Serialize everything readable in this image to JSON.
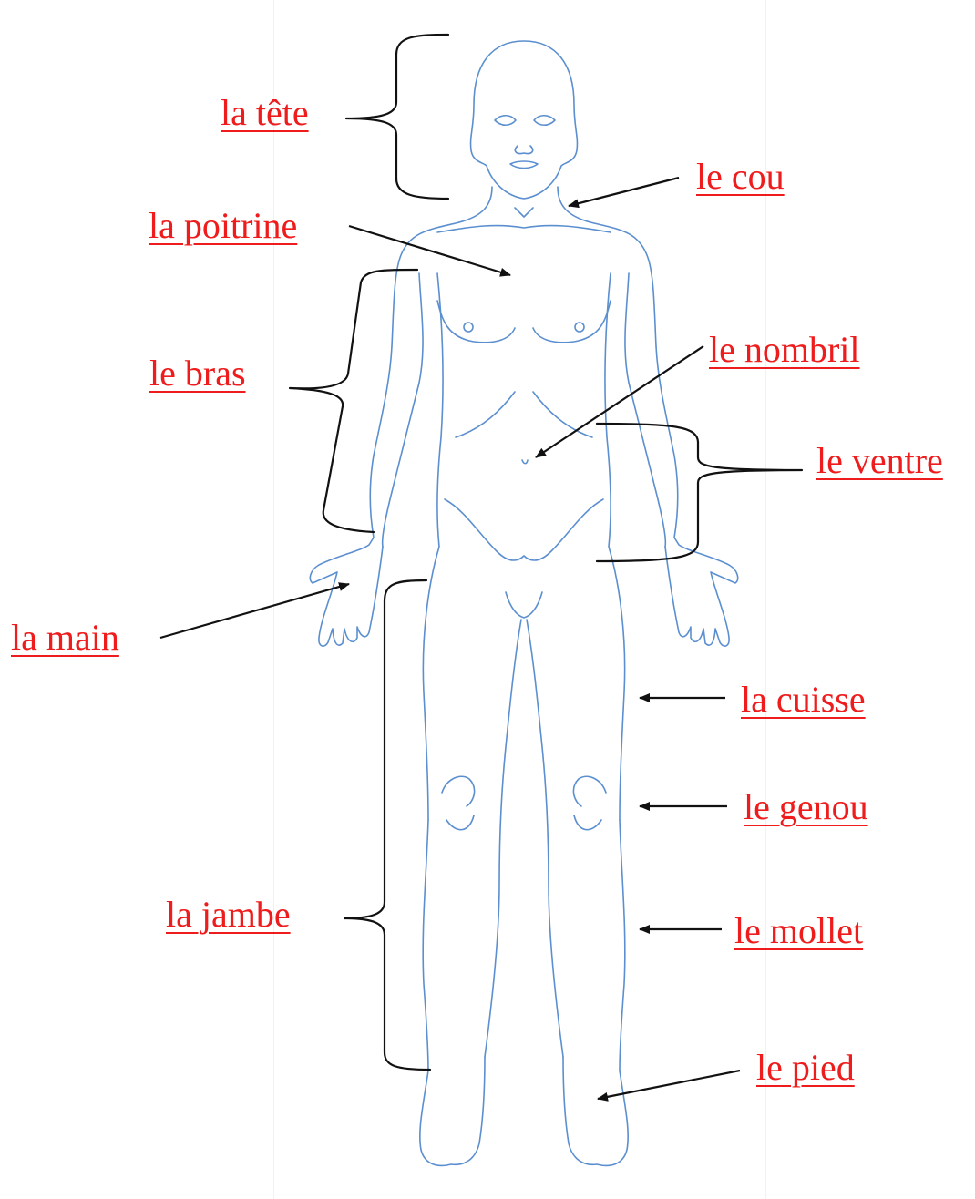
{
  "labels": {
    "tete": "la tête",
    "poitrine": "la poitrine",
    "bras": "le bras",
    "main": "la main",
    "jambe": "la jambe",
    "cou": "le cou",
    "nombril": "le nombril",
    "ventre": "le ventre",
    "cuisse": "la cuisse",
    "genou": "le genou",
    "mollet": "le mollet",
    "pied": "le pied"
  },
  "colors": {
    "label": "#ee1c1c",
    "outline": "#5b8fcf",
    "arrow": "#111111"
  }
}
